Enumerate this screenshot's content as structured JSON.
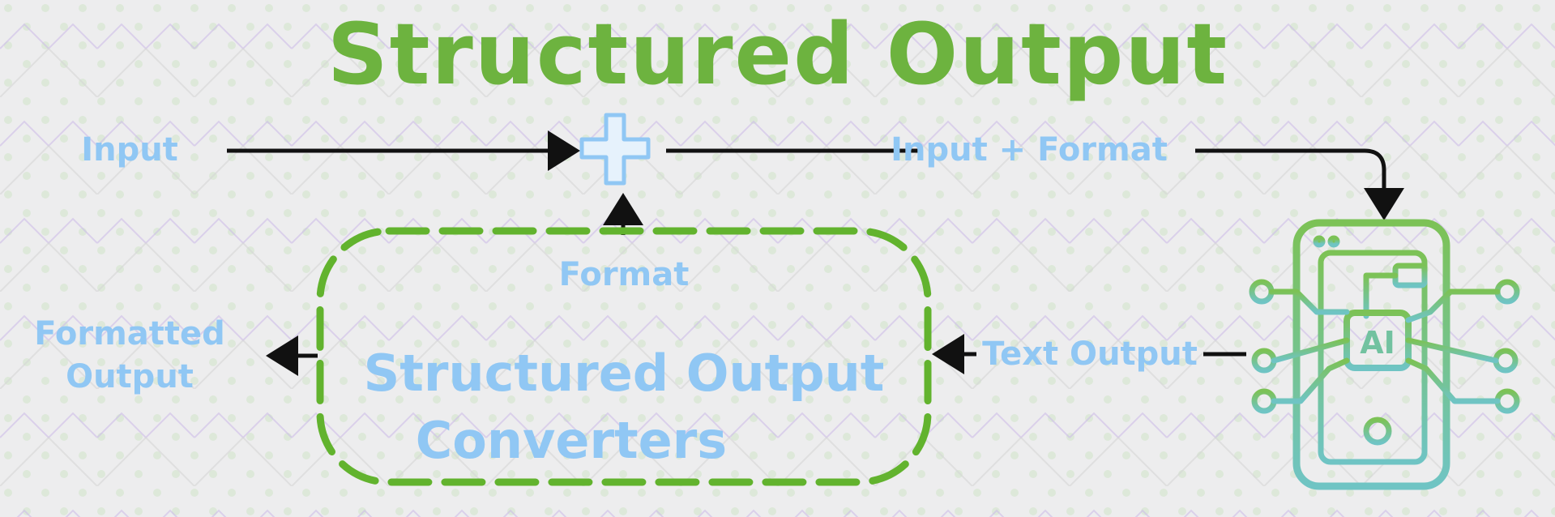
{
  "title": "Structured Output",
  "labels": {
    "input": "Input",
    "input_format": "Input + Format",
    "format": "Format",
    "converters_line1": "Structured Output",
    "converters_line2": "Converters",
    "text_output": "Text Output",
    "formatted_line1": "Formatted",
    "formatted_line2": "Output",
    "ai_chip": "AI"
  },
  "colors": {
    "title_green": "#6db33f",
    "label_blue": "#90c7f4",
    "dash_green": "#62b32e",
    "arrow_black": "#111111",
    "icon_green": "#79c25a",
    "icon_teal": "#6fc4c0"
  },
  "icons": {
    "plus": "plus-icon",
    "ai": "ai-circuit-device-icon"
  }
}
